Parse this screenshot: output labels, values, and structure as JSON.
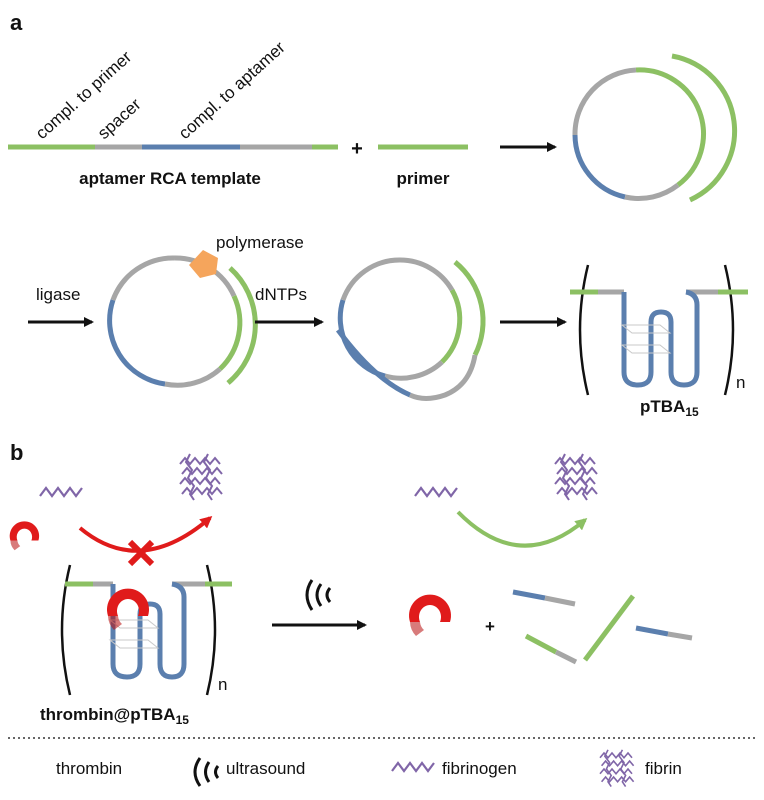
{
  "panels": {
    "a": "a",
    "b": "b"
  },
  "labels": {
    "compl_primer": "compl. to primer",
    "spacer": "spacer",
    "compl_aptamer": "compl. to aptamer",
    "template": "aptamer RCA template",
    "plus": "+",
    "primer": "primer",
    "polymerase": "polymerase",
    "ligase": "ligase",
    "dntps": "dNTPs",
    "n": "n",
    "ptba_main": "pTBA",
    "ptba_sub": "15",
    "thrombin_main": "thrombin@pTBA",
    "thrombin_sub": "15"
  },
  "legend": {
    "thrombin": "thrombin",
    "ultrasound": "ultrasound",
    "fibrinogen": "fibrinogen",
    "fibrin": "fibrin"
  },
  "colors": {
    "green": "#8cc063",
    "gray": "#a6a6a6",
    "blue": "#5b7fae",
    "orange": "#f5a55c",
    "red": "#e01b1b",
    "purple": "#8066a8",
    "black": "#111111"
  },
  "icons": [
    "arrow-icon",
    "polymerase-icon",
    "thrombin-icon",
    "ultrasound-icon",
    "fibrinogen-icon",
    "fibrin-icon",
    "cross-icon"
  ]
}
